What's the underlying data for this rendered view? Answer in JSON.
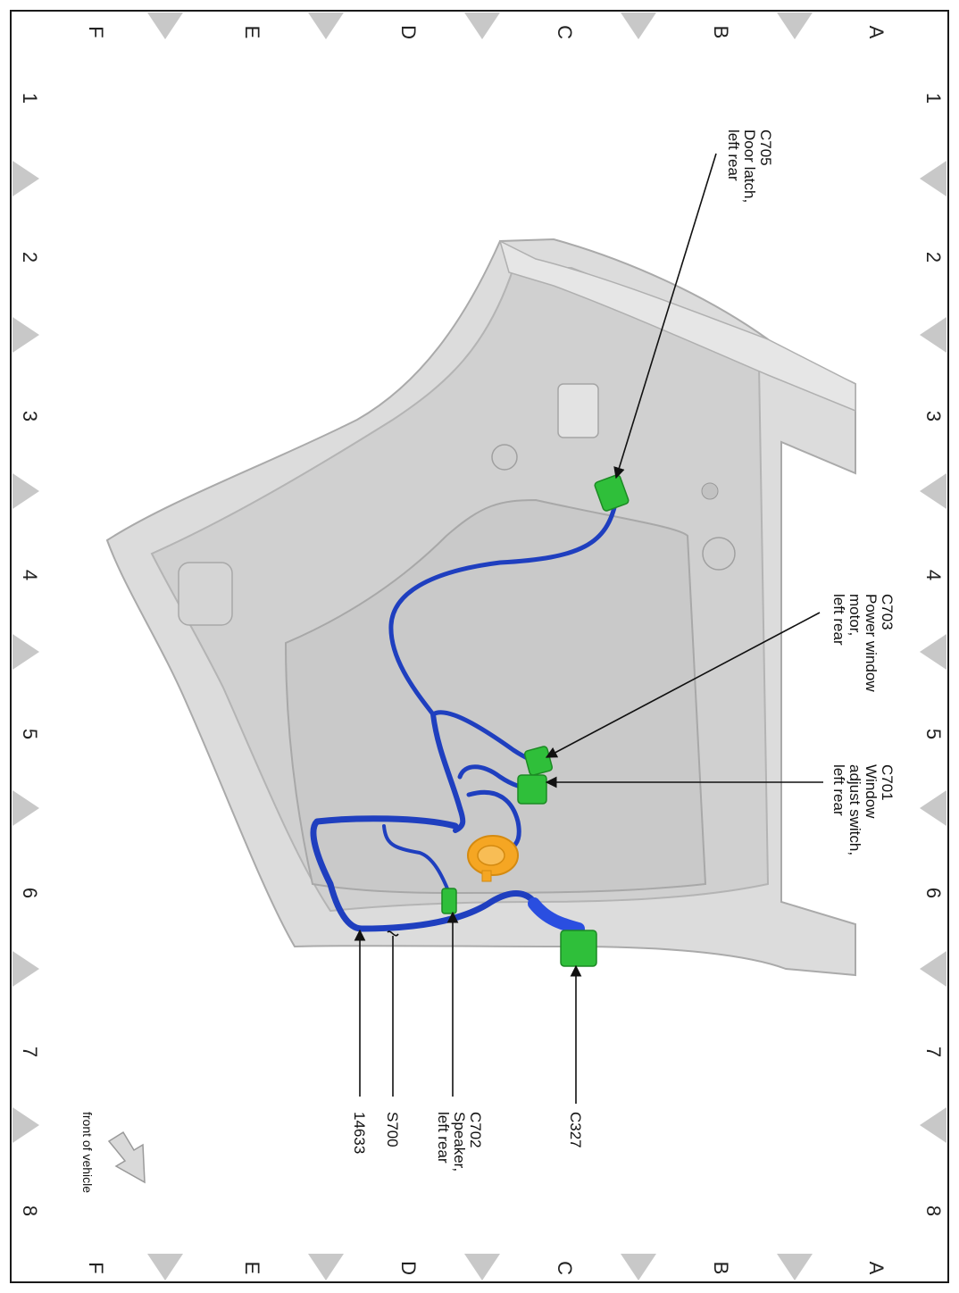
{
  "grid": {
    "rows": [
      "A",
      "B",
      "C",
      "D",
      "E",
      "F"
    ],
    "columns": [
      "1",
      "2",
      "3",
      "4",
      "5",
      "6",
      "7",
      "8"
    ]
  },
  "callouts": {
    "c705": {
      "id": "C705",
      "line1": "Door latch,",
      "line2": "left rear"
    },
    "c703": {
      "id": "C703",
      "line1": "Power window",
      "line2": "motor,",
      "line3": "left rear"
    },
    "c701": {
      "id": "C701",
      "line1": "Window",
      "line2": "adjust switch,",
      "line3": "left rear"
    },
    "c327": {
      "id": "C327"
    },
    "c702": {
      "id": "C702",
      "line1": "Speaker,",
      "line2": "left rear"
    },
    "s700": {
      "id": "S700"
    },
    "harness": {
      "id": "14633"
    }
  },
  "front": {
    "label": "front of vehicle"
  },
  "colors": {
    "panel": "#d9d9d9",
    "panel_dark": "#bdbdbd",
    "harness": "#1f3fbf",
    "connector": "#2fbf3a",
    "speaker": "#f5a623",
    "frame": "#1a1a1a",
    "marker": "#c8c8c8"
  }
}
